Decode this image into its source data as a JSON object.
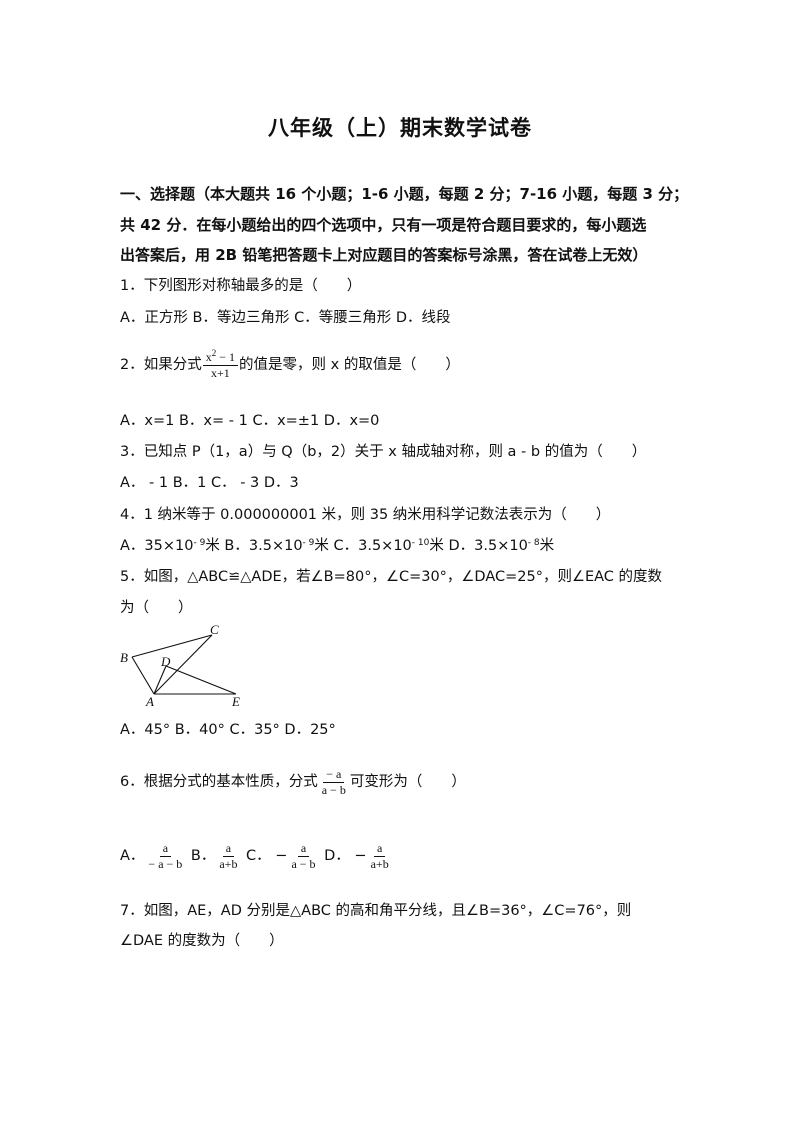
{
  "title": "八年级（上）期末数学试卷",
  "section": {
    "line1": "一、选择题（本大题共 16 个小题；1-6 小题，每题 2 分；7-16 小题，每题 3 分；",
    "line2": "共 42 分．在每小题给出的四个选项中，只有一项是符合题目要求的，每小题选",
    "line3": "出答案后，用 2B 铅笔把答题卡上对应题目的答案标号涂黑，答在试卷上无效）"
  },
  "q1": {
    "stem": "1．下列图形对称轴最多的是（　　）",
    "options": "A．正方形  B．等边三角形  C．等腰三角形  D．线段"
  },
  "q2": {
    "prefix": "2．如果分式",
    "frac_num_base": "x",
    "frac_num_exp": "2",
    "frac_num_rest": " − 1",
    "frac_den": "x+1",
    "suffix": "的值是零，则 x 的取值是（　　）",
    "options": "A．x=1  B．x= - 1    C．x=±1    D．x=0"
  },
  "q3": {
    "stem": "3．已知点 P（1，a）与 Q（b，2）关于 x 轴成轴对称，则 a - b 的值为（　　）",
    "options": "A．  - 1  B．1    C．  - 3  D．3"
  },
  "q4": {
    "stem": "4．1 纳米等于 0.000000001 米，则 35 纳米用科学记数法表示为（　　）",
    "opt_a": "A．35×10",
    "opt_a_exp": "- 9",
    "opt_b": "米  B．3.5×10",
    "opt_b_exp": "- 9",
    "opt_c": "米 C．3.5×10",
    "opt_c_exp": "- 10",
    "opt_d": "米      D．3.5×10",
    "opt_d_exp": "- 8",
    "opt_end": "米"
  },
  "q5": {
    "stem1": "5．如图，△ABC≌△ADE，若∠B=80°，∠C=30°，∠DAC=25°，则∠EAC 的度数",
    "stem2": "为（　　）",
    "fig_labels": {
      "B": "B",
      "C": "C",
      "D": "D",
      "A": "A",
      "E": "E"
    },
    "options": "A．45°  B．40°  C．35°  D．25°"
  },
  "q6": {
    "prefix": "6．根据分式的基本性质，分式",
    "frac_num": "− a",
    "frac_den": "a − b",
    "suffix": "可变形为（　　）",
    "opt_a_label": "A．",
    "opt_a_num": "a",
    "opt_a_den": "− a − b",
    "opt_b_label": " B．",
    "opt_b_num": "a",
    "opt_b_den": "a+b",
    "opt_c_label": " C．  −",
    "opt_c_num": "a",
    "opt_c_den": "a − b",
    "opt_d_label": " D．  −",
    "opt_d_num": "a",
    "opt_d_den": "a+b"
  },
  "q7": {
    "stem1": "7．如图，AE，AD 分别是△ABC 的高和角平分线，且∠B=36°，∠C=76°，则",
    "stem2": "∠DAE 的度数为（　　）"
  }
}
